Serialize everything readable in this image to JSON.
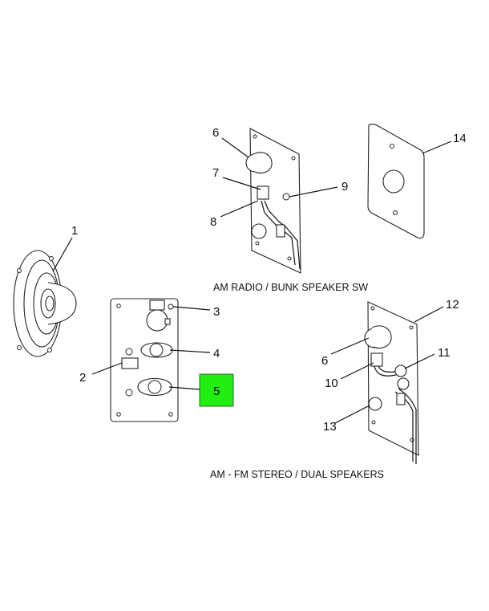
{
  "captions": {
    "am_radio": "AM RADIO / BUNK SPEAKER SW",
    "am_fm": "AM - FM STEREO  / DUAL SPEAKERS"
  },
  "callouts": [
    "1",
    "2",
    "3",
    "4",
    "5",
    "6",
    "7",
    "8",
    "9",
    "14",
    "6",
    "12",
    "11",
    "10",
    "13"
  ],
  "highlight": {
    "label": "5",
    "color": "#22ee11"
  }
}
